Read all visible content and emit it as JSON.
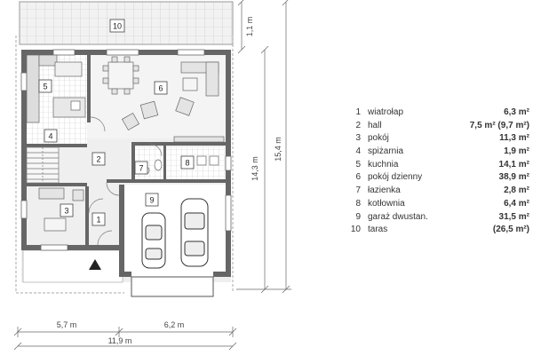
{
  "plan": {
    "rooms": [
      {
        "num": "1",
        "name": "wiatrołap",
        "area": "6,3 m²"
      },
      {
        "num": "2",
        "name": "hall",
        "area": "7,5 m² (9,7 m²)"
      },
      {
        "num": "3",
        "name": "pokój",
        "area": "11,3 m²"
      },
      {
        "num": "4",
        "name": "spiżarnia",
        "area": "1,9 m²"
      },
      {
        "num": "5",
        "name": "kuchnia",
        "area": "14,1 m²"
      },
      {
        "num": "6",
        "name": "pokój dzienny",
        "area": "38,9 m²"
      },
      {
        "num": "7",
        "name": "łazienka",
        "area": "2,8 m²"
      },
      {
        "num": "8",
        "name": "kotłownia",
        "area": "6,4 m²"
      },
      {
        "num": "9",
        "name": "garaż dwustan.",
        "area": "31,5 m²"
      },
      {
        "num": "10",
        "name": "taras",
        "area": "(26,5 m²)"
      }
    ],
    "dimensions": {
      "terrace_depth": "1,1 m",
      "depth_house": "14,3 m",
      "depth_total": "15,4 m",
      "width_left": "5,7 m",
      "width_right": "6,2 m",
      "width_total": "11,9 m"
    }
  }
}
